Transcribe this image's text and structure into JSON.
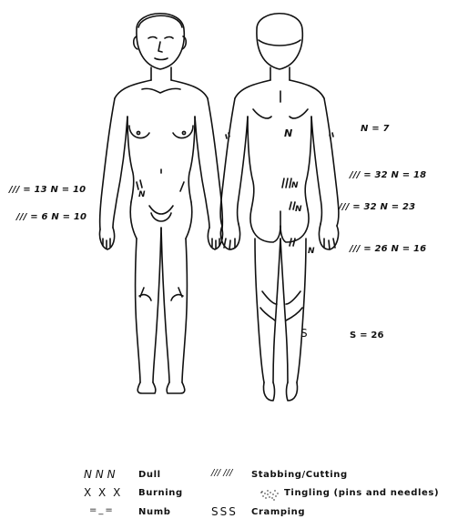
{
  "annotations": {
    "left_upper": "/// = 13  N = 10",
    "left_lower": "/// = 6  N = 10",
    "right_upper": "N = 7",
    "right_mid1": "/// = 32  N = 18",
    "right_mid2": "/// = 32  N = 23",
    "right_mid3": "/// = 26  N = 16",
    "right_cramp": "S = 26"
  },
  "body_marks": {
    "n": "N",
    "s": "S"
  },
  "legend": {
    "dull_symbol": "N N N",
    "dull": "Dull",
    "burning_symbol": "X X X",
    "burning": "Burning",
    "numb_symbol": "=_=",
    "numb": "Numb",
    "stabbing_symbol": "/// ///",
    "stabbing": "Stabbing/Cutting",
    "tingling": "Tingling (pins and needles)",
    "cramping_symbol": "SSS",
    "cramping": "Cramping"
  }
}
